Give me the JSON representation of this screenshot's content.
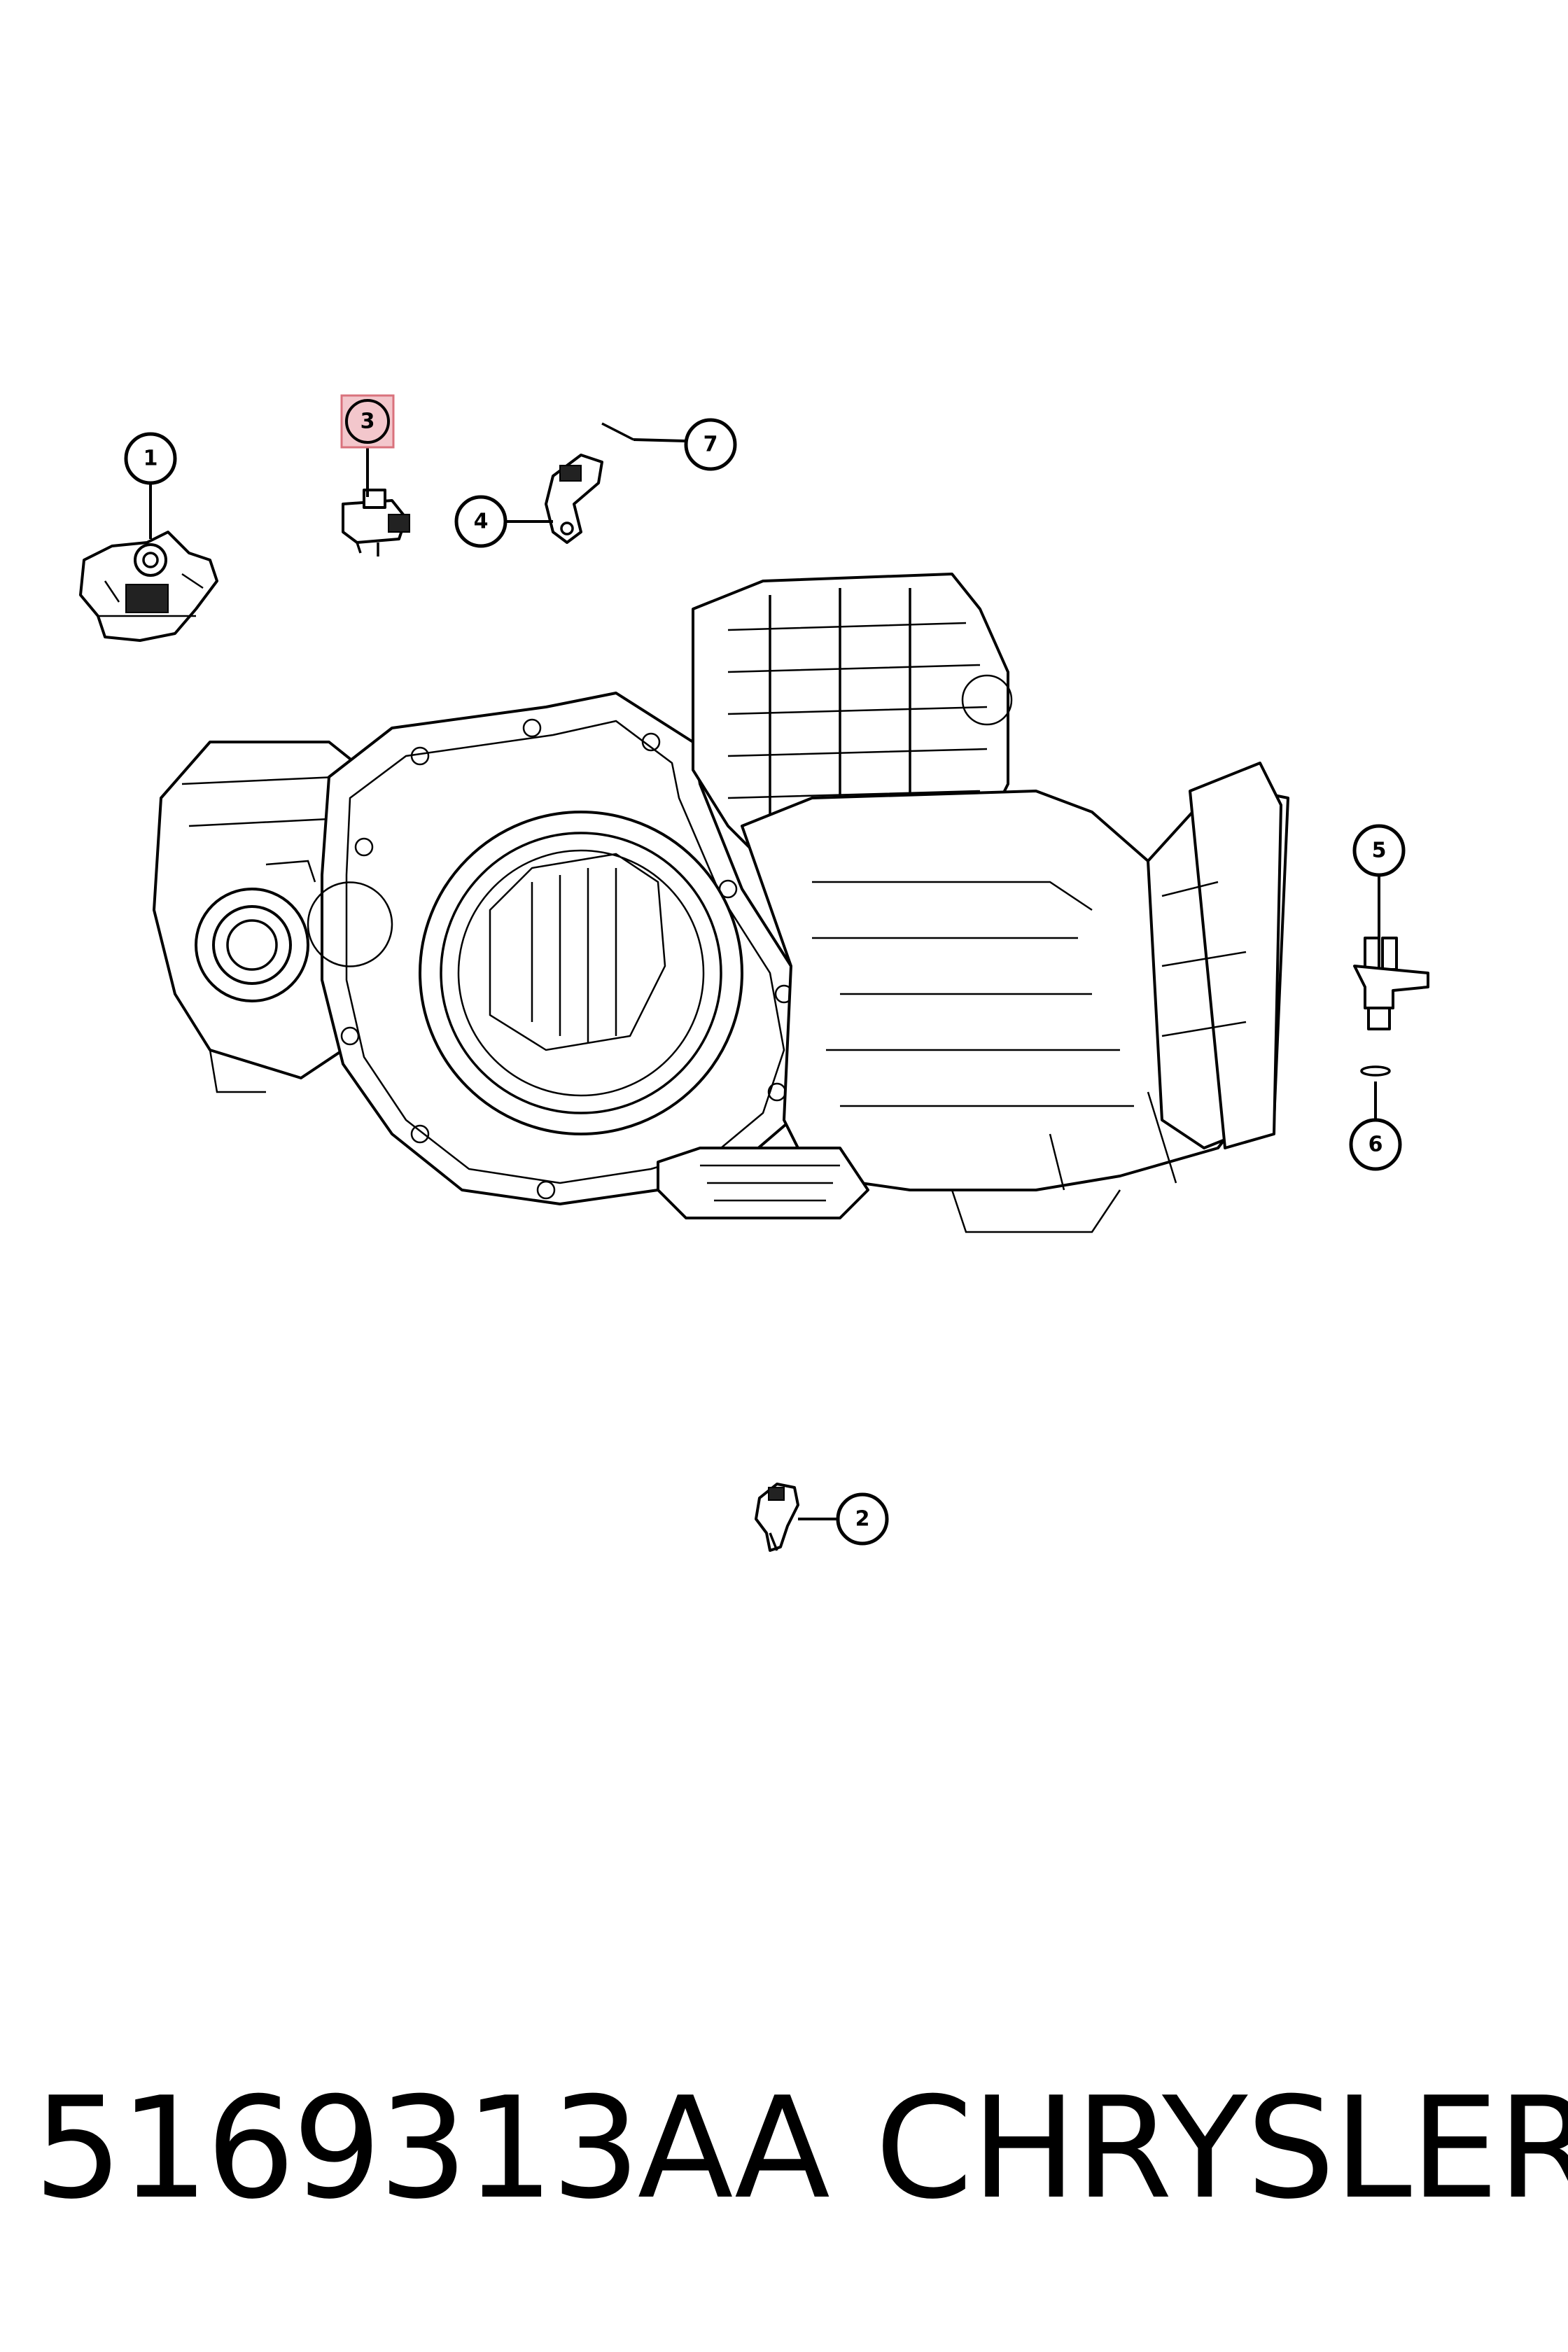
{
  "callouts": [
    {
      "label": "1"
    },
    {
      "label": "2"
    },
    {
      "label": "3"
    },
    {
      "label": "4"
    },
    {
      "label": "5"
    },
    {
      "label": "6"
    },
    {
      "label": "7"
    }
  ],
  "highlighted_callout": "3",
  "highlight_color": "#f3c7cc",
  "footer": {
    "part_number": "5169313AA",
    "brand": "CHRYSLER"
  }
}
